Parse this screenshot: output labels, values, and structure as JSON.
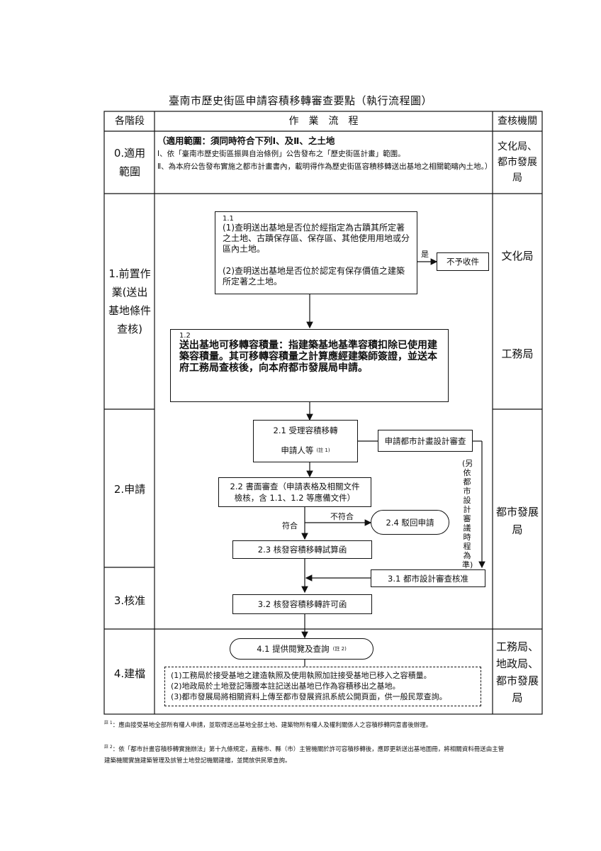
{
  "title": "臺南市歷史街區申請容積移轉審查要點（執行流程圖）",
  "header": {
    "stage": "各階段",
    "flow": "作　業　流　程",
    "agency": "查核機關"
  },
  "scope": {
    "stage": "0.適用範圍",
    "heading": "（適用範圍：須同時符合下列Ⅰ、及Ⅱ、之土地",
    "item1": "Ⅰ、依「臺南市歷史街區振興自治條例」公告發布之「歷史街區計畫」範圍。",
    "item2": "Ⅱ、為本府公告發布實施之都市計畫書內，載明得作為歷史街區容積移轉送出基地之相關範疇內土地。）",
    "agency": "文化局、都市發展局"
  },
  "prep": {
    "stage": "1.前置作業(送出基地條件查核)",
    "agency1": "文化局",
    "agency2": "工務局",
    "b11_num": "1.1",
    "b11_a": "(1)查明送出基地是否位於經指定為古蹟其所定著之土地、古蹟保存區、保存區、其他使用用地或分區內土地。",
    "b11_b": "(2)查明送出基地是否位於認定有保存價值之建築所定著之土地。",
    "yes": "是",
    "reject": "不予收件",
    "b12_num": "1.2",
    "b12": "送出基地可移轉容積量：指建築基地基準容積扣除已使用建築容積量。其可移轉容積量之計算應經建築師簽證，並送本府工務局查核後，向本府都市發展局申請。"
  },
  "apply": {
    "stage": "2.申請",
    "agency": "都市發展局",
    "b21_a": "2.1 受理容積移轉",
    "b21_b": "申請人等",
    "b21_note": "(註 1)",
    "urban_review": "申請都市計畫設計審查",
    "side_note": "(另依都市設計審議時程為準)",
    "b22": "2.2  書面審查（申請表格及相關文件檢核，含 1.1、1.2 等應備文件）",
    "not_match": "不符合",
    "match": "符合",
    "b24": "2.4  駁回申請",
    "b23": "2.3  核發容積移轉試算函",
    "b31": "3.1  都市設計審查核准"
  },
  "approve": {
    "stage": "3.核准",
    "b32": "3.2  核發容積移轉許可函"
  },
  "archive": {
    "stage": "4.建檔",
    "agency": "工務局、地政局、都市發展局",
    "b41": "4.1  提供閱覽及查詢",
    "b41_note": "(註 2)",
    "l1": "(1)工務局於接受基地之建造執照及使用執照加註接受基地已移入之容積量。",
    "l2": "(2)地政局於土地登記簿謄本註記送出基地已作為容積移出之基地。",
    "l3": "(3)都市發展局將相關資料上傳至都市發展資訊系統公開頁面，供一般民眾查詢。"
  },
  "notes": {
    "n1_mark": "註 1",
    "n1": "：應由接受基地全部所有權人申請，並取得送出基地全部土地、建築物所有權人及權利關係人之容積移轉同意書後辦理。",
    "n2_mark": "註 2",
    "n2": "：依「都市計畫容積移轉實施辦法」第十九條規定，直轄市、縣（市）主管機關於許可容積移轉後，應即更新送出基地圖冊，將相關資料冊送由主管建築機關實施建築管理及該管土地登記機關建檔，並開放供民眾查詢。"
  }
}
